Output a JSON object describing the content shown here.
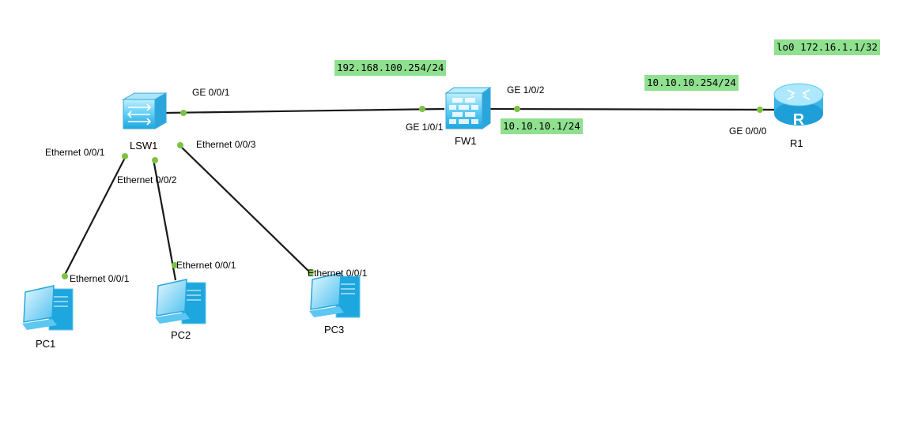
{
  "colors": {
    "link": "#1a1a1a",
    "port_dot": "#7dc242",
    "note_bg": "#8fe08f",
    "device_blue": "#3cb8ea"
  },
  "devices": {
    "lsw1": {
      "name": "LSW1",
      "icon": "switch-icon"
    },
    "fw1": {
      "name": "FW1",
      "icon": "firewall-icon"
    },
    "r1": {
      "name": "R1",
      "icon": "router-icon"
    },
    "pc1": {
      "name": "PC1",
      "icon": "pc-icon"
    },
    "pc2": {
      "name": "PC2",
      "icon": "pc-icon"
    },
    "pc3": {
      "name": "PC3",
      "icon": "pc-icon"
    }
  },
  "ports": {
    "lsw1_ge001": "GE 0/0/1",
    "fw1_ge101": "GE 1/0/1",
    "fw1_ge102": "GE 1/0/2",
    "r1_ge000": "GE 0/0/0",
    "lsw1_e001": "Ethernet 0/0/1",
    "lsw1_e002": "Ethernet 0/0/2",
    "lsw1_e003": "Ethernet 0/0/3",
    "pc1_e001": "Ethernet 0/0/1",
    "pc2_e001": "Ethernet 0/0/1",
    "pc3_e001": "Ethernet 0/0/1"
  },
  "notes": {
    "fw1_inside": "192.168.100.254/24",
    "fw1_outside": "10.10.10.1/24",
    "r1_ge000": "10.10.10.254/24",
    "r1_lo0": "lo0 172.16.1.1/32"
  }
}
